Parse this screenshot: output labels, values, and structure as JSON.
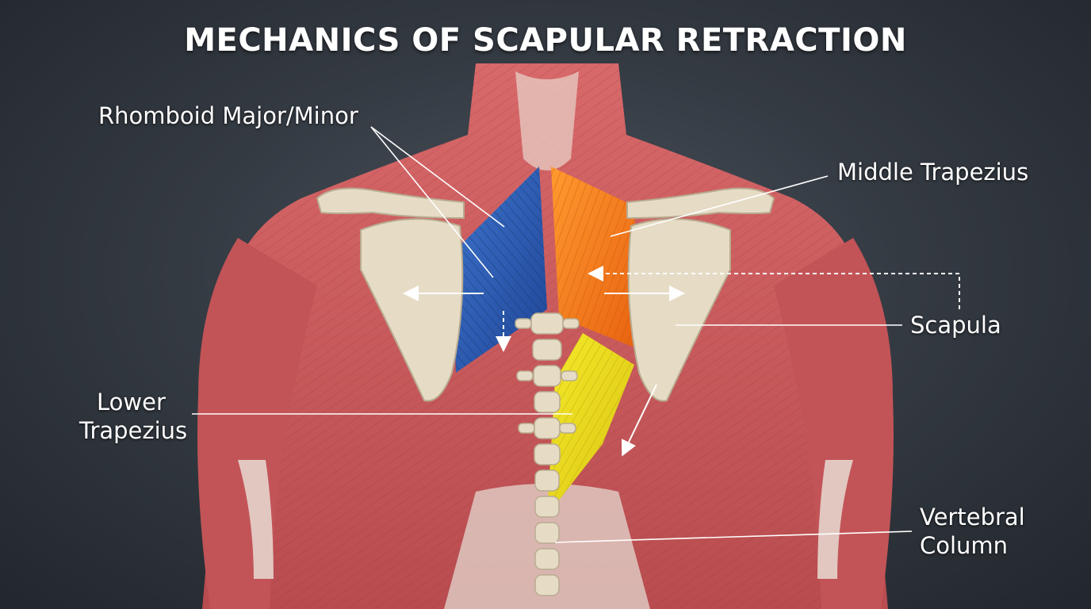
{
  "title": "MECHANICS OF SCAPULAR RETRACTION",
  "labels": {
    "rhomboid": "Rhomboid Major/Minor",
    "middle_trapezius": "Middle Trapezius",
    "scapula": "Scapula",
    "lower_trapezius_line1": "Lower",
    "lower_trapezius_line2": "Trapezius",
    "vertebral_line1": "Vertebral",
    "vertebral_line2": "Column"
  },
  "colors": {
    "background": "#2a2f36",
    "muscle": "#c9585a",
    "rhomboid": "#2f5fb5",
    "middle_trapezius": "#f07a1c",
    "lower_trapezius": "#e8dc1a",
    "bone": "#e6dcc6",
    "label_text": "#ffffff"
  }
}
